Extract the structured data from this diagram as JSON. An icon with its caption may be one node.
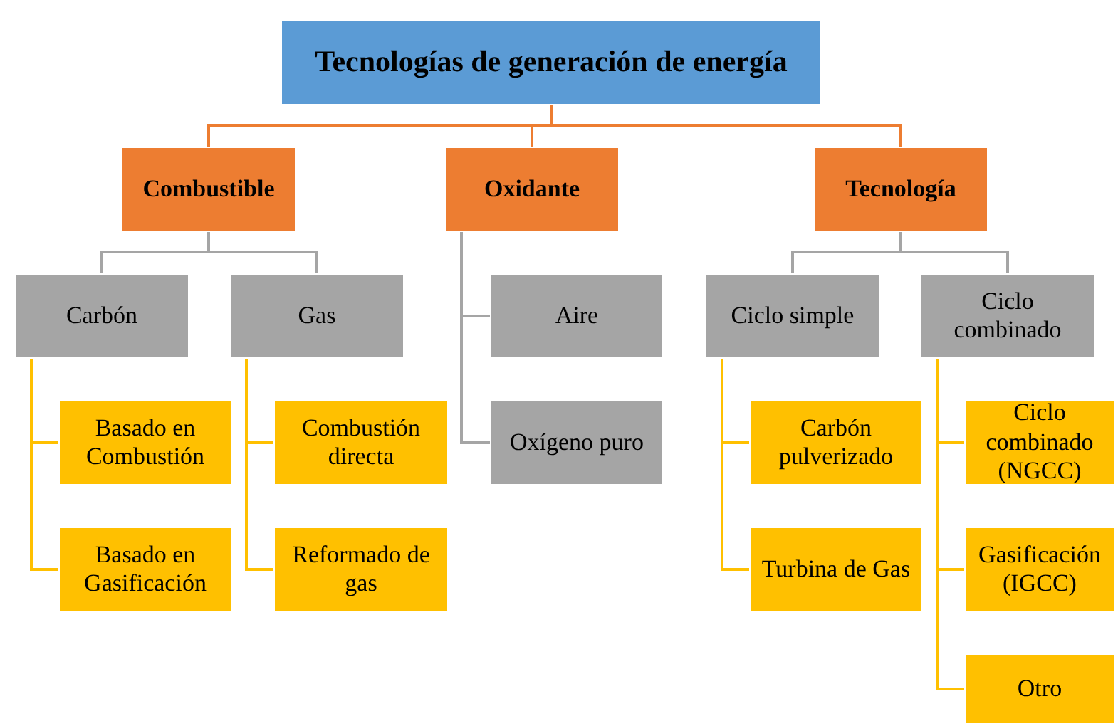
{
  "diagram": {
    "nodes": [
      {
        "text": [
          "Tecnologías de generación de energía"
        ]
      },
      {
        "text": [
          "Combustible"
        ]
      },
      {
        "text": [
          "Oxidante"
        ]
      },
      {
        "text": [
          "Tecnología"
        ]
      },
      {
        "text": [
          "Carbón"
        ]
      },
      {
        "text": [
          "Gas"
        ]
      },
      {
        "text": [
          "Aire"
        ]
      },
      {
        "text": [
          "Oxígeno puro"
        ]
      },
      {
        "text": [
          "Ciclo simple"
        ]
      },
      {
        "text": [
          "Ciclo combinado"
        ]
      },
      {
        "text": [
          "Basado en Combustión"
        ]
      },
      {
        "text": [
          "Basado en Gasificación"
        ]
      },
      {
        "text": [
          "Combustión directa"
        ]
      },
      {
        "text": [
          "Reformado de gas"
        ]
      },
      {
        "text": [
          "Carbón pulverizado"
        ]
      },
      {
        "text": [
          "Turbina de Gas"
        ]
      },
      {
        "text": [
          "Ciclo combinado (NGCC)"
        ]
      },
      {
        "text": [
          "Gasificación (IGCC)"
        ]
      },
      {
        "text": [
          "Otro"
        ]
      }
    ],
    "edges": [
      {
        "from": 0,
        "to": 1,
        "arrow": "none",
        "color": "#ed7d31"
      },
      {
        "from": 0,
        "to": 2,
        "arrow": "none",
        "color": "#ed7d31"
      },
      {
        "from": 0,
        "to": 3,
        "arrow": "none",
        "color": "#ed7d31"
      },
      {
        "from": 1,
        "to": 4,
        "arrow": "none",
        "color": "#a5a5a5"
      },
      {
        "from": 1,
        "to": 5,
        "arrow": "none",
        "color": "#a5a5a5"
      },
      {
        "from": 2,
        "to": 6,
        "arrow": "none",
        "color": "#a5a5a5"
      },
      {
        "from": 2,
        "to": 7,
        "arrow": "none",
        "color": "#a5a5a5"
      },
      {
        "from": 3,
        "to": 8,
        "arrow": "none",
        "color": "#a5a5a5"
      },
      {
        "from": 3,
        "to": 9,
        "arrow": "none",
        "color": "#a5a5a5"
      },
      {
        "from": 4,
        "to": 10,
        "arrow": "none"
      },
      {
        "from": 4,
        "to": 11,
        "arrow": "none"
      },
      {
        "from": 5,
        "to": 12,
        "arrow": "none"
      },
      {
        "from": 5,
        "to": 13,
        "arrow": "none"
      },
      {
        "from": 8,
        "to": 14,
        "arrow": "none"
      },
      {
        "from": 8,
        "to": 15,
        "arrow": "none"
      },
      {
        "from": 9,
        "to": 16,
        "arrow": "none"
      },
      {
        "from": 9,
        "to": 17,
        "arrow": "none"
      },
      {
        "from": 9,
        "to": 18,
        "arrow": "none"
      }
    ]
  }
}
